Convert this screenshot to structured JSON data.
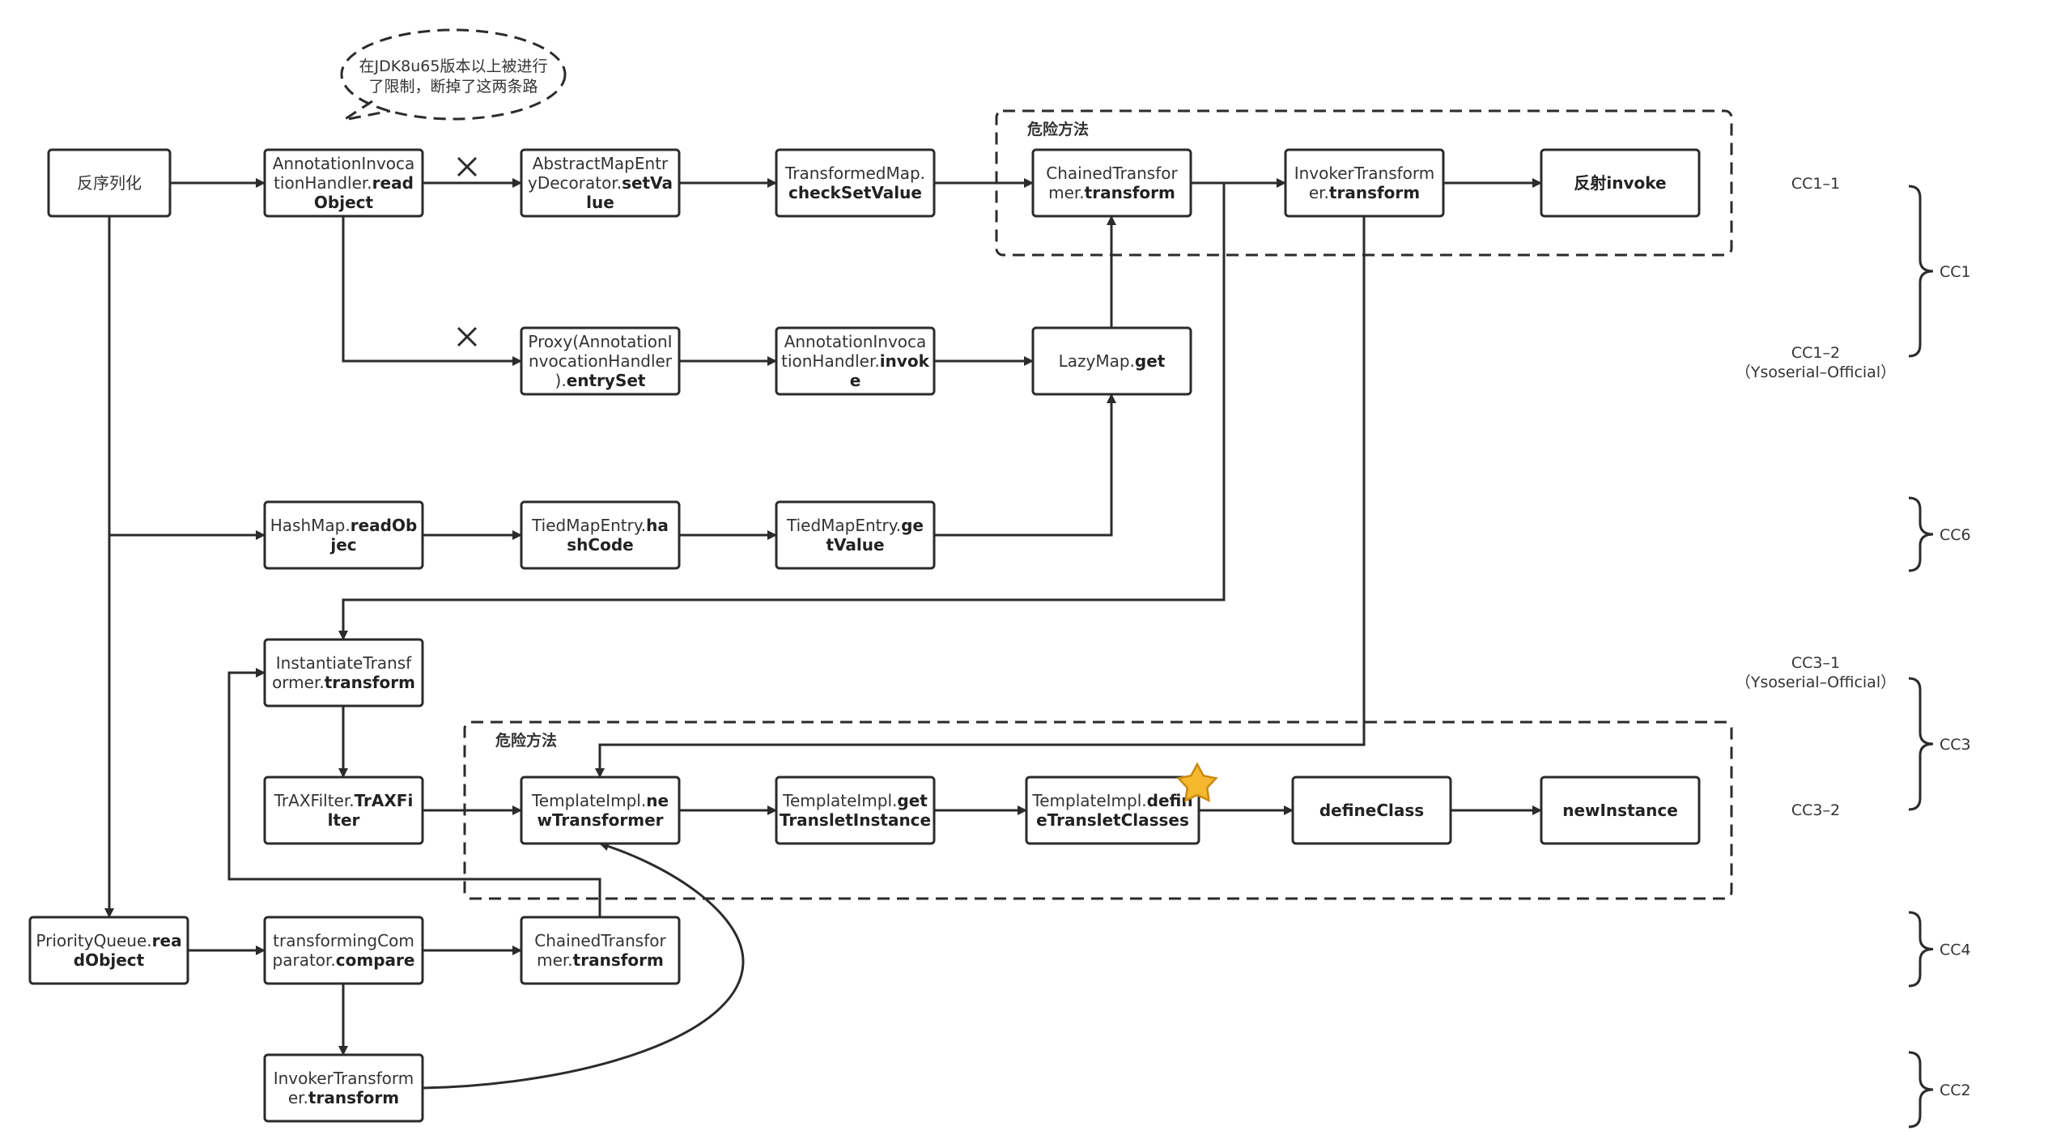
{
  "nodes": [
    {
      "id": "n-deser",
      "lines": [
        [
          {
            "t": "反序列化",
            "b": false
          }
        ]
      ]
    },
    {
      "id": "n-aih-readobject",
      "lines": [
        [
          {
            "t": "AnnotationInvoca",
            "b": false
          }
        ],
        [
          {
            "t": "tionHandler.",
            "b": false
          },
          {
            "t": "read",
            "b": true
          }
        ],
        [
          {
            "t": "Object",
            "b": true
          }
        ]
      ]
    },
    {
      "id": "n-amed-setvalue",
      "lines": [
        [
          {
            "t": "AbstractMapEntr",
            "b": false
          }
        ],
        [
          {
            "t": "yDecorator.",
            "b": false
          },
          {
            "t": "setVa",
            "b": true
          }
        ],
        [
          {
            "t": "lue",
            "b": true
          }
        ]
      ]
    },
    {
      "id": "n-tm-checksetvalue",
      "lines": [
        [
          {
            "t": "TransformedMap.",
            "b": false
          }
        ],
        [
          {
            "t": "checkSetValue",
            "b": true
          }
        ]
      ]
    },
    {
      "id": "n-ct-transform-1",
      "lines": [
        [
          {
            "t": "ChainedTransfor",
            "b": false
          }
        ],
        [
          {
            "t": "mer.",
            "b": false
          },
          {
            "t": "transform",
            "b": true
          }
        ]
      ]
    },
    {
      "id": "n-it-transform-1",
      "lines": [
        [
          {
            "t": "InvokerTransform",
            "b": false
          }
        ],
        [
          {
            "t": "er.",
            "b": false
          },
          {
            "t": "transform",
            "b": true
          }
        ]
      ]
    },
    {
      "id": "n-reflect-invoke",
      "lines": [
        [
          {
            "t": "反射invoke",
            "b": true
          }
        ]
      ]
    },
    {
      "id": "n-proxy-entryset",
      "lines": [
        [
          {
            "t": "Proxy(AnnotationI",
            "b": false
          }
        ],
        [
          {
            "t": "nvocationHandler",
            "b": false
          }
        ],
        [
          {
            "t": ").",
            "b": false
          },
          {
            "t": "entrySet",
            "b": true
          }
        ]
      ]
    },
    {
      "id": "n-aih-invoke",
      "lines": [
        [
          {
            "t": "AnnotationInvoca",
            "b": false
          }
        ],
        [
          {
            "t": "tionHandler.",
            "b": false
          },
          {
            "t": "invok",
            "b": true
          }
        ],
        [
          {
            "t": "e",
            "b": true
          }
        ]
      ]
    },
    {
      "id": "n-lazymap-get",
      "lines": [
        [
          {
            "t": "LazyMap.",
            "b": false
          },
          {
            "t": "get",
            "b": true
          }
        ]
      ]
    },
    {
      "id": "n-hashmap-readobject",
      "lines": [
        [
          {
            "t": "HashMap.",
            "b": false
          },
          {
            "t": "readOb",
            "b": true
          }
        ],
        [
          {
            "t": "jec",
            "b": true
          }
        ]
      ]
    },
    {
      "id": "n-tme-hashcode",
      "lines": [
        [
          {
            "t": "TiedMapEntry.",
            "b": false
          },
          {
            "t": "ha",
            "b": true
          }
        ],
        [
          {
            "t": "shCode",
            "b": true
          }
        ]
      ]
    },
    {
      "id": "n-tme-getvalue",
      "lines": [
        [
          {
            "t": "TiedMapEntry.",
            "b": false
          },
          {
            "t": "ge",
            "b": true
          }
        ],
        [
          {
            "t": "tValue",
            "b": true
          }
        ]
      ]
    },
    {
      "id": "n-inst-transform",
      "lines": [
        [
          {
            "t": "InstantiateTransf",
            "b": false
          }
        ],
        [
          {
            "t": "ormer.",
            "b": false
          },
          {
            "t": "transform",
            "b": true
          }
        ]
      ]
    },
    {
      "id": "n-traxfilter",
      "lines": [
        [
          {
            "t": "TrAXFilter.",
            "b": false
          },
          {
            "t": "TrAXFi",
            "b": true
          }
        ],
        [
          {
            "t": "lter",
            "b": true
          }
        ]
      ]
    },
    {
      "id": "n-ti-newtransformer",
      "lines": [
        [
          {
            "t": "TemplateImpl.",
            "b": false
          },
          {
            "t": "ne",
            "b": true
          }
        ],
        [
          {
            "t": "wTransformer",
            "b": true
          }
        ]
      ]
    },
    {
      "id": "n-ti-gettranslet",
      "lines": [
        [
          {
            "t": "TemplateImpl.",
            "b": false
          },
          {
            "t": "get",
            "b": true
          }
        ],
        [
          {
            "t": "TransletInstance",
            "b": true
          }
        ]
      ]
    },
    {
      "id": "n-ti-definetranslet",
      "lines": [
        [
          {
            "t": "TemplateImpl.",
            "b": false
          },
          {
            "t": "defin",
            "b": true
          }
        ],
        [
          {
            "t": "eTransletClasses",
            "b": true
          }
        ]
      ]
    },
    {
      "id": "n-defineclass",
      "lines": [
        [
          {
            "t": "defineClass",
            "b": true
          }
        ]
      ]
    },
    {
      "id": "n-newinstance",
      "lines": [
        [
          {
            "t": "newInstance",
            "b": true
          }
        ]
      ]
    },
    {
      "id": "n-pq-readobject",
      "lines": [
        [
          {
            "t": "PriorityQueue.",
            "b": false
          },
          {
            "t": "rea",
            "b": true
          }
        ],
        [
          {
            "t": "dObject",
            "b": true
          }
        ]
      ]
    },
    {
      "id": "n-tc-compare",
      "lines": [
        [
          {
            "t": "transformingCom",
            "b": false
          }
        ],
        [
          {
            "t": "parator.",
            "b": false
          },
          {
            "t": "compare",
            "b": true
          }
        ]
      ]
    },
    {
      "id": "n-ct-transform-2",
      "lines": [
        [
          {
            "t": "ChainedTransfor",
            "b": false
          }
        ],
        [
          {
            "t": "mer.",
            "b": false
          },
          {
            "t": "transform",
            "b": true
          }
        ]
      ]
    },
    {
      "id": "n-it-transform-2",
      "lines": [
        [
          {
            "t": "InvokerTransform",
            "b": false
          }
        ],
        [
          {
            "t": "er.",
            "b": false
          },
          {
            "t": "transform",
            "b": true
          }
        ]
      ]
    }
  ],
  "groups": [
    {
      "id": "group-dangerous-1",
      "label": "危险方法"
    },
    {
      "id": "group-dangerous-2",
      "label": "危险方法"
    }
  ],
  "callout": {
    "lines": [
      "在JDK8u65版本以上被进行",
      "了限制，断掉了这两条路"
    ]
  },
  "chain_labels": [
    {
      "id": "label-cc1-1",
      "lines": [
        "CC1–1"
      ]
    },
    {
      "id": "label-cc1-2",
      "lines": [
        "CC1–2",
        "（Ysoserial–Official）"
      ]
    },
    {
      "id": "label-cc3-1",
      "lines": [
        "CC3–1",
        "（Ysoserial–Official）"
      ]
    },
    {
      "id": "label-cc3-2",
      "lines": [
        "CC3–2"
      ]
    }
  ],
  "chain_groups": [
    {
      "id": "bracket-cc1",
      "label": "CC1"
    },
    {
      "id": "bracket-cc6",
      "label": "CC6"
    },
    {
      "id": "bracket-cc3",
      "label": "CC3"
    },
    {
      "id": "bracket-cc4",
      "label": "CC4"
    },
    {
      "id": "bracket-cc2",
      "label": "CC2"
    }
  ],
  "colors": {
    "stroke": "#2b2b2b",
    "star_fill": "#f5b82e",
    "star_stroke": "#c98a12"
  },
  "icons": {
    "blocked": "cross-mark-icon",
    "highlight": "star-icon"
  }
}
